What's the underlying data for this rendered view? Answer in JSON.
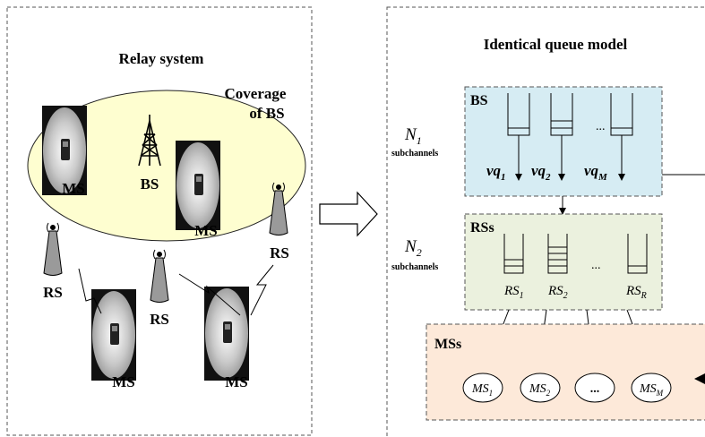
{
  "left_panel": {
    "title": "Relay system",
    "coverage_label_line1": "Coverage",
    "coverage_label_line2": "of BS",
    "nodes": {
      "bs": "BS",
      "ms": "MS",
      "rs": "RS"
    }
  },
  "right_panel": {
    "title": "Identical queue model",
    "bs_box": {
      "label": "BS",
      "side_symbol": "N",
      "side_sub": "1",
      "side_caption": "subchannels",
      "queues": [
        {
          "base": "vq",
          "sub": "1"
        },
        {
          "base": "vq",
          "sub": "2"
        },
        {
          "base": "vq",
          "sub": "M"
        }
      ],
      "ellipsis": "..."
    },
    "rs_box": {
      "label": "RSs",
      "side_symbol": "N",
      "side_sub": "2",
      "side_caption": "subchannels",
      "queues": [
        {
          "base": "RS",
          "sub": "1"
        },
        {
          "base": "RS",
          "sub": "2"
        },
        {
          "base": "RS",
          "sub": "R"
        }
      ],
      "ellipsis": "..."
    },
    "ms_box": {
      "label": "MSs",
      "nodes": [
        {
          "base": "MS",
          "sub": "1"
        },
        {
          "base": "MS",
          "sub": "2"
        },
        {
          "base": "...",
          "sub": ""
        },
        {
          "base": "MS",
          "sub": "M"
        }
      ]
    }
  },
  "colors": {
    "bs_box_fill": "#d6ecf3",
    "rs_box_fill": "#ebf1de",
    "ms_box_fill": "#fde9d9",
    "coverage_fill": "#fefed0",
    "panel_border": "#555555"
  }
}
